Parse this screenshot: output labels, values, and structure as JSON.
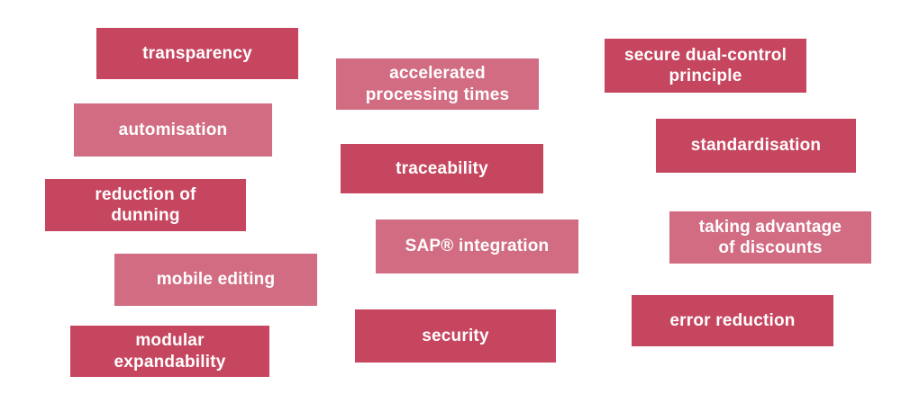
{
  "palette": {
    "dark_rose": "#C6465F",
    "light_rose": "#D26C82",
    "text": "#FFFFFF",
    "background": "#FFFFFF"
  },
  "boxes": [
    {
      "label": "transparency",
      "tone": "dark",
      "color": "#C6465F"
    },
    {
      "label": "automisation",
      "tone": "light",
      "color": "#D26C82"
    },
    {
      "label": "reduction of\ndunning",
      "tone": "dark",
      "color": "#C6465F"
    },
    {
      "label": "mobile editing",
      "tone": "light",
      "color": "#D26C82"
    },
    {
      "label": "modular\nexpandability",
      "tone": "dark",
      "color": "#C6465F"
    },
    {
      "label": "accelerated\nprocessing times",
      "tone": "light",
      "color": "#D26C82"
    },
    {
      "label": "traceability",
      "tone": "dark",
      "color": "#C6465F"
    },
    {
      "label": "SAP® integration",
      "tone": "light",
      "color": "#D26C82"
    },
    {
      "label": "security",
      "tone": "dark",
      "color": "#C6465F"
    },
    {
      "label": "secure dual-control\nprinciple",
      "tone": "dark",
      "color": "#C6465F"
    },
    {
      "label": "standardisation",
      "tone": "dark",
      "color": "#C6465F"
    },
    {
      "label": "taking advantage\nof discounts",
      "tone": "light",
      "color": "#D26C82"
    },
    {
      "label": "error reduction",
      "tone": "dark",
      "color": "#C6465F"
    }
  ]
}
